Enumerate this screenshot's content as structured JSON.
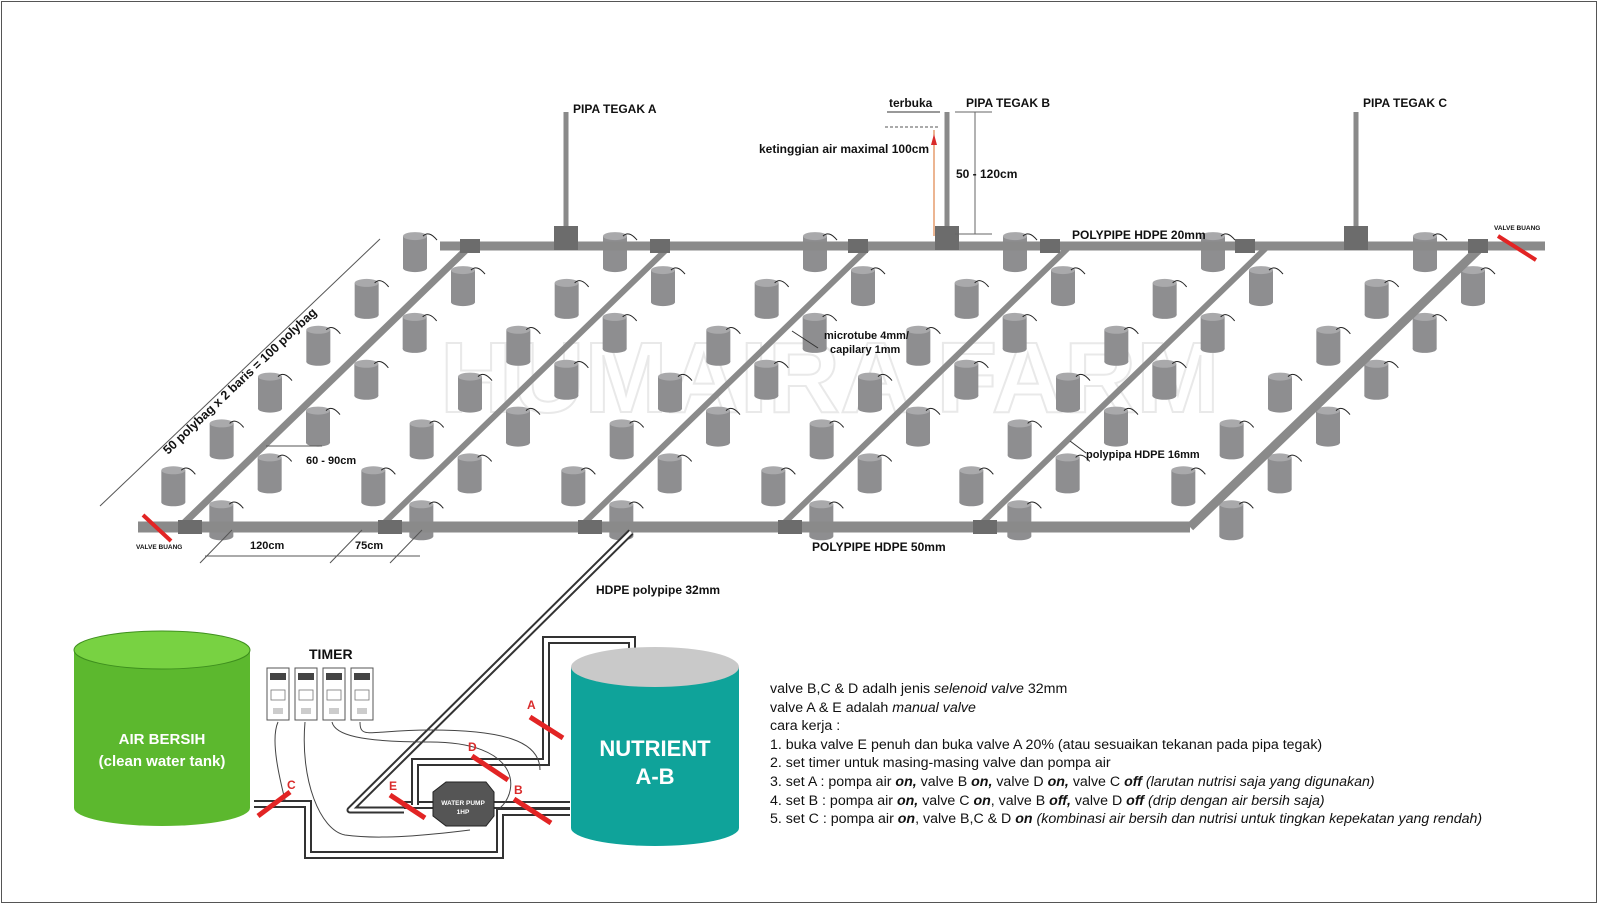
{
  "labels": {
    "pipa_tegak_a": "PIPA TEGAK A",
    "pipa_tegak_b": "PIPA TEGAK B",
    "pipa_tegak_c": "PIPA TEGAK C",
    "terbuka": "terbuka",
    "ketinggian": "ketinggian air maximal 100cm",
    "range_50_120": "50 - 120cm",
    "polypipe_20": "POLYPIPE HDPE 20mm",
    "polypipe_50": "POLYPIPE HDPE 50mm",
    "valve_buang_left": "VALVE BUANG",
    "valve_buang_right": "VALVE BUANG",
    "microtube_line1": "microtube 4mm/",
    "microtube_line2": "capilary 1mm",
    "polypipa_16": "polypipa HDPE 16mm",
    "polybag_count": "50 polybag x 2 baris = 100 polybag",
    "spacing_60_90": "60 - 90cm",
    "spacing_120": "120cm",
    "spacing_75": "75cm",
    "hdpe_32": "HDPE polypipe 32mm",
    "timer": "TIMER",
    "water_pump_line1": "WATER PUMP",
    "water_pump_line2": "1HP",
    "tank_clean_line1": "AIR BERSIH",
    "tank_clean_line2": "(clean water tank)",
    "tank_nutrient_line1": "NUTRIENT",
    "tank_nutrient_line2": "A-B",
    "watermark_main": "HUMAIRA FARM",
    "valve_a": "A",
    "valve_b": "B",
    "valve_c": "C",
    "valve_d": "D",
    "valve_e": "E"
  },
  "instructions": {
    "l1_a": "valve B,C & D adalh jenis ",
    "l1_i": "selenoid valve",
    "l1_b": " 32mm",
    "l2_a": "valve A & E adalah ",
    "l2_i": "manual valve",
    "l3": "cara kerja :",
    "l4": "1. buka valve E penuh dan buka valve A 20% (atau sesuaikan tekanan pada pipa tegak)",
    "l5": "2. set timer untuk masing-masing valve dan pompa air",
    "l6_a": "3. set A : pompa air ",
    "l6_b": "on,",
    "l6_c": " valve B ",
    "l6_d": "on,",
    "l6_e": " valve D ",
    "l6_f": "on,",
    "l6_g": " valve C ",
    "l6_h": "off",
    "l6_i": "  (larutan nutrisi saja yang digunakan)",
    "l7_a": "4. set B : pompa air ",
    "l7_b": "on,",
    "l7_c": " valve C ",
    "l7_d": "on",
    "l7_e": ", valve B ",
    "l7_f": "off,",
    "l7_g": " valve D ",
    "l7_h": "off",
    "l7_i": " (drip dengan air bersih saja)",
    "l8_a": "5. set C : pompa air ",
    "l8_b": "on",
    "l8_c": ", valve B,C & D ",
    "l8_d": "on",
    "l8_e": " (kombinasi air bersih dan nutrisi untuk tingkan kepekatan yang rendah)"
  },
  "colors": {
    "pipe": "#8a8a8a",
    "pot": "#8e8e90",
    "valve": "#e22424",
    "clean_tank": "#5cb82e",
    "nutrient_tank": "#0fa39a",
    "tank_top_grey": "#c9c9c9"
  }
}
